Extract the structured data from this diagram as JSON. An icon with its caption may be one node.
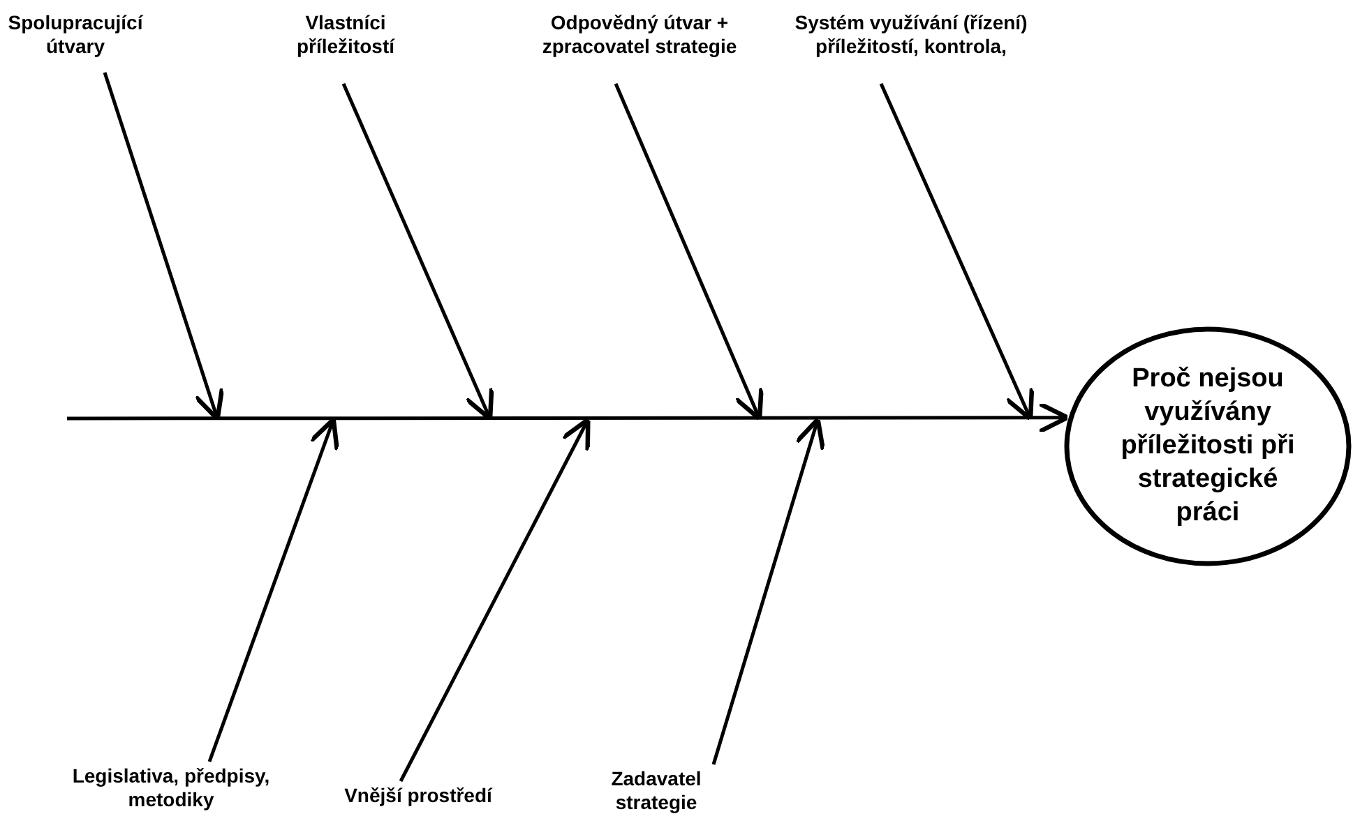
{
  "diagram": {
    "nodes": [
      {
        "text": [
          "Spolupracující útvary"
        ]
      },
      {
        "text": [
          "Vlastníci příležitostí"
        ]
      },
      {
        "text": [
          "Odpovědný útvar + zpracovatel strategie"
        ]
      },
      {
        "text": [
          "Systém využívání (řízení) příležitostí, kontrola,"
        ]
      },
      {
        "text": [
          "Legislativa, předpisy, metodiky"
        ]
      },
      {
        "text": [
          "Vnější prostředí"
        ]
      },
      {
        "text": [
          "Zadavatel strategie"
        ]
      },
      {
        "text": [
          "Proč nejsou využívány příležitosti při strategické práci"
        ]
      }
    ],
    "edges": [
      {
        "from": null,
        "to": 7,
        "arrow": "to"
      },
      {
        "from": 0,
        "to": null,
        "arrow": "to"
      },
      {
        "from": 1,
        "to": null,
        "arrow": "to"
      },
      {
        "from": 2,
        "to": null,
        "arrow": "to"
      },
      {
        "from": 3,
        "to": null,
        "arrow": "to"
      },
      {
        "from": 4,
        "to": null,
        "arrow": "to"
      },
      {
        "from": 5,
        "to": null,
        "arrow": "to"
      },
      {
        "from": 6,
        "to": null,
        "arrow": "to"
      }
    ]
  }
}
